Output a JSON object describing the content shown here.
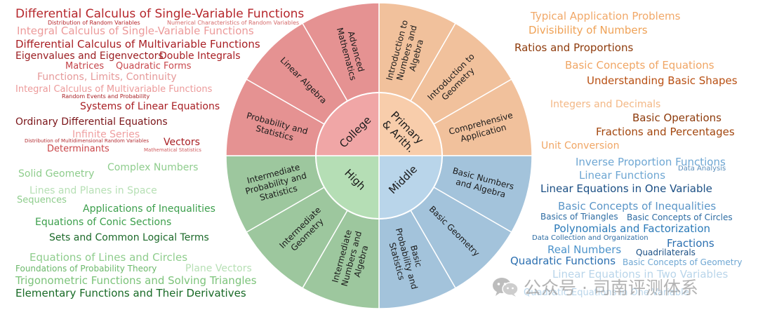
{
  "wheel": {
    "center_labels": {
      "college": "College",
      "primary": "Primary\n& Arith.",
      "middle": "Middle",
      "high": "High"
    },
    "segments": {
      "college": [
        "Probability and\nStatistics",
        "Linear Algebra",
        "Advanced\nMathematics"
      ],
      "primary": [
        "Introduction to\nNumbers and\nAlgebra",
        "Introduction to\nGeometry",
        "Comprehensive\nApplication"
      ],
      "middle": [
        "Basic Numbers\nand Algebra",
        "Basic Geometry",
        "Basic\nProbability and\nStatistics"
      ],
      "high": [
        "Intermediate\nNumbers and\nAlgebra",
        "Intermediate\nGeometry",
        "Intermediate\nProbability and\nStatistics"
      ]
    },
    "colors": {
      "college_outer": "#e59292",
      "college_inner": "#f0a6a6",
      "primary_outer": "#f1c19c",
      "primary_inner": "#f8cdab",
      "middle_outer": "#a3c3db",
      "middle_inner": "#b9d5ea",
      "high_outer": "#9dc79e",
      "high_inner": "#b5deb5"
    }
  },
  "word_clouds": {
    "college": [
      "Differential Calculus of Single-Variable Functions",
      "Distribution of Random Variables",
      "Numerical Characteristics of Random Variables",
      "Integral Calculus of Single-Variable Functions",
      "Differential Calculus of Multivariable Functions",
      "Eigenvalues and Eigenvectors",
      "Double Integrals",
      "Matrices",
      "Quadratic Forms",
      "Functions, Limits, Continuity",
      "Integral Calculus of Multivariable Functions",
      "Random Events and Probability",
      "Systems of Linear Equations",
      "Ordinary Differential Equations",
      "Infinite Series",
      "Distribution of Multidimensional Random Variables",
      "Vectors",
      "Determinants",
      "Mathematical Statistics"
    ],
    "primary": [
      "Typical Application Problems",
      "Divisibility of Numbers",
      "Ratios and Proportions",
      "Basic Concepts of Equations",
      "Understanding Basic Shapes",
      "Integers and Decimals",
      "Basic Operations",
      "Fractions and Percentages",
      "Unit Conversion"
    ],
    "high": [
      "Solid Geometry",
      "Complex Numbers",
      "Lines and Planes in Space",
      "Sequences",
      "Applications of Inequalities",
      "Equations of Conic Sections",
      "Sets and Common Logical Terms",
      "Equations of Lines and Circles",
      "Foundations of Probability Theory",
      "Plane Vectors",
      "Trigonometric Functions and Solving Triangles",
      "Elementary Functions and Their Derivatives"
    ],
    "middle": [
      "Inverse Proportion Functions",
      "Linear Functions",
      "Data Analysis",
      "Linear Equations in One Variable",
      "Basic Concepts of Inequalities",
      "Basics of Triangles",
      "Basic Concepts of Circles",
      "Polynomials and Factorization",
      "Data Collection and Organization",
      "Fractions",
      "Real Numbers",
      "Quadrilaterals",
      "Quadratic Functions",
      "Basic Concepts of Geometry",
      "Linear Equations in Two Variables",
      "Quadratic Equations in One Variable"
    ]
  },
  "watermark": {
    "text": "公众号 · 司南评测体系",
    "icon": "wechat-icon"
  }
}
